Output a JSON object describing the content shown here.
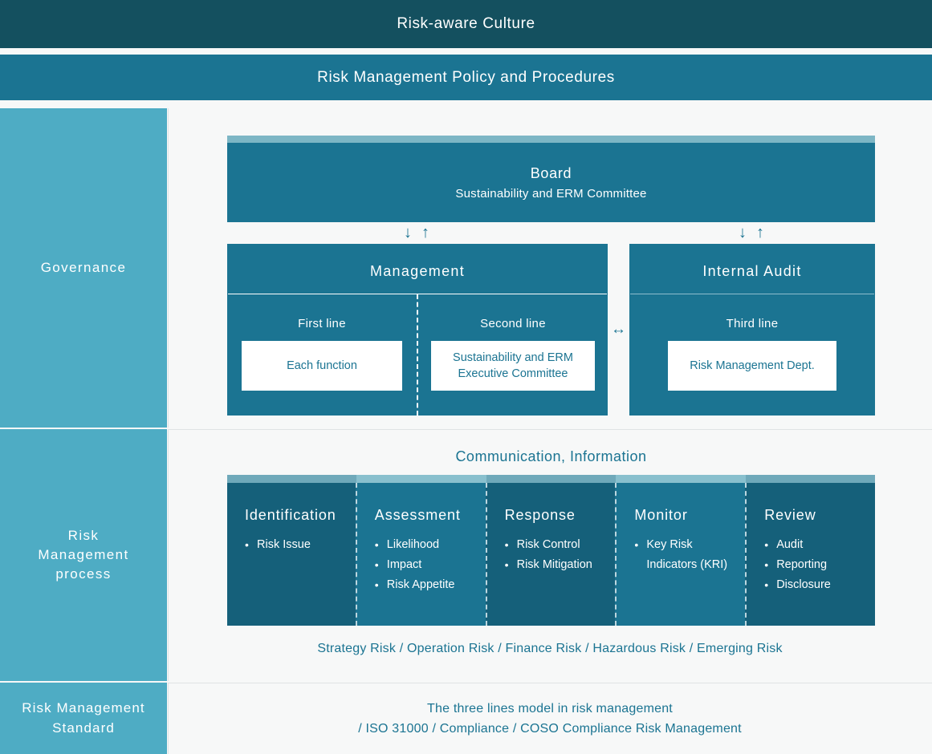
{
  "banners": {
    "culture": "Risk-aware Culture",
    "policy": "Risk Management Policy and Procedures"
  },
  "rail": {
    "governance": "Governance",
    "process_line1": "Risk",
    "process_line2": "Management",
    "process_line3": "process",
    "standard_line1": "Risk Management",
    "standard_line2": "Standard"
  },
  "governance": {
    "board": {
      "title": "Board",
      "subtitle": "Sustainability and ERM Committee"
    },
    "arrow_down": "↓",
    "arrow_up": "↑",
    "arrow_both": "↔",
    "management": {
      "heading": "Management",
      "first_line_label": "First line",
      "first_line_card": "Each function",
      "second_line_label": "Second line",
      "second_line_card": "Sustainability and ERM Executive Committee"
    },
    "internal_audit": {
      "heading": "Internal Audit",
      "third_line_label": "Third line",
      "third_line_card": "Risk Management Dept."
    }
  },
  "process": {
    "communication_title": "Communication, Information",
    "columns": [
      {
        "heading": "Identification",
        "items": [
          "Risk Issue"
        ],
        "shade": "dark"
      },
      {
        "heading": "Assessment",
        "items": [
          "Likelihood",
          "Impact",
          "Risk Appetite"
        ],
        "shade": "light"
      },
      {
        "heading": "Response",
        "items": [
          "Risk Control",
          "Risk Mitigation"
        ],
        "shade": "dark"
      },
      {
        "heading": "Monitor",
        "items": [
          "Key Risk Indicators (KRI)"
        ],
        "shade": "light"
      },
      {
        "heading": "Review",
        "items": [
          "Audit",
          "Reporting",
          "Disclosure"
        ],
        "shade": "dark"
      }
    ],
    "risk_types": "Strategy Risk / Operation Risk / Finance Risk / Hazardous Risk / Emerging Risk"
  },
  "standard": {
    "line1": "The three lines model in risk management",
    "line2": "/ ISO 31000 / Compliance / COSO Compliance Risk Management"
  },
  "colors": {
    "dark_teal": "#14505f",
    "mid_teal": "#1b7492",
    "deep_teal": "#15607a",
    "light_blue": "#4eacc4",
    "pale_cap": "#7db6c5",
    "background": "#f7f8f8"
  }
}
